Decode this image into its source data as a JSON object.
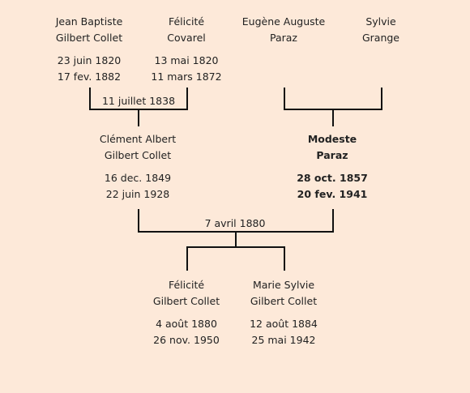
{
  "people": {
    "jean_baptiste": {
      "name1": "Jean Baptiste",
      "name2": "Gilbert Collet",
      "birth": "23 juin 1820",
      "death": "17 fev. 1882"
    },
    "felicite_covarel": {
      "name1": "Félicité",
      "name2": "Covarel",
      "birth": "13 mai 1820",
      "death": "11 mars 1872"
    },
    "eugene_auguste": {
      "name1": "Eugène Auguste",
      "name2": "Paraz",
      "birth": "",
      "death": ""
    },
    "sylvie_grange": {
      "name1": "Sylvie",
      "name2": "Grange",
      "birth": "",
      "death": ""
    },
    "clement_albert": {
      "name1": "Clément Albert",
      "name2": "Gilbert Collet",
      "birth": "16 dec. 1849",
      "death": "22 juin 1928"
    },
    "modeste_paraz": {
      "name1": "Modeste",
      "name2": "Paraz",
      "birth": "28 oct. 1857",
      "death": "20 fev. 1941"
    },
    "felicite_gc": {
      "name1": "Félicité",
      "name2": "Gilbert Collet",
      "birth": "4 août 1880",
      "death": "26 nov. 1950"
    },
    "marie_sylvie": {
      "name1": "Marie Sylvie",
      "name2": "Gilbert Collet",
      "birth": "12 août 1884",
      "death": "25 mai 1942"
    }
  },
  "marriages": {
    "first": "11 juillet 1838",
    "second": "7 avril 1880"
  },
  "colors": {
    "background": "#fde9d9",
    "lines": "#111111"
  }
}
